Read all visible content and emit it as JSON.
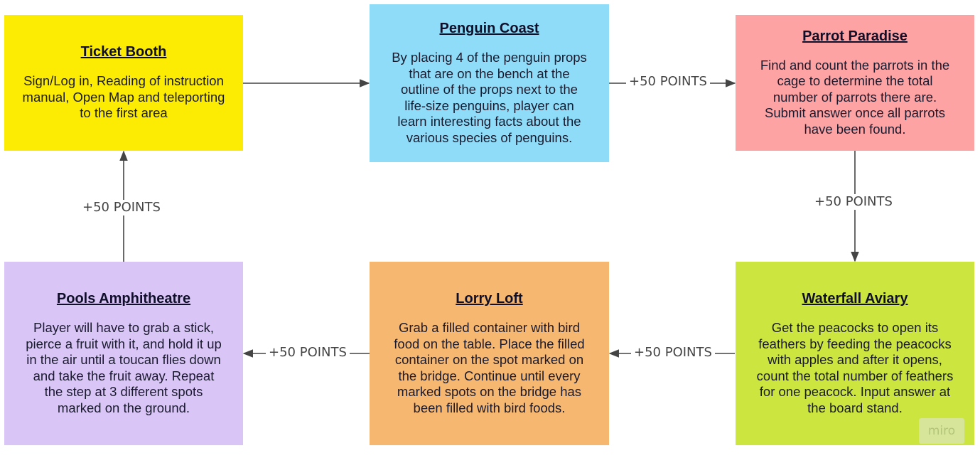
{
  "nodes": [
    {
      "id": "ticket-booth",
      "title": "Ticket Booth",
      "lines": [
        "Sign/Log in, Reading of instruction",
        "manual, Open Map and teleporting",
        "to the first area"
      ],
      "color": "#fcec03"
    },
    {
      "id": "penguin-coast",
      "title": "Penguin Coast",
      "lines": [
        "By placing 4 of the penguin props",
        "that are on the bench at the",
        "outline of the props next to the",
        "life-size penguins, player can",
        "learn interesting facts about the",
        "various species of penguins."
      ],
      "color": "#8fdcf8"
    },
    {
      "id": "parrot-paradise",
      "title": "Parrot Paradise",
      "lines": [
        "Find and count the parrots in the",
        "cage to determine the total",
        "number of parrots there are.",
        "Submit answer once all parrots",
        "have been found."
      ],
      "color": "#fea3a3"
    },
    {
      "id": "waterfall-aviary",
      "title": "Waterfall Aviary",
      "lines": [
        "Get the peacocks to open its",
        "feathers by feeding the peacocks",
        "with apples and after it opens,",
        "count the total number of feathers",
        "for one peacock. Input answer at",
        "the board stand."
      ],
      "color": "#cde63f"
    },
    {
      "id": "lorry-loft",
      "title": "Lorry Loft",
      "lines": [
        "Grab a filled container with bird",
        "food on the table. Place the filled",
        "container on the spot marked on",
        "the bridge. Continue until every",
        "marked spots on the bridge has",
        "been filled with bird foods."
      ],
      "color": "#f6b871"
    },
    {
      "id": "pools-amphitheatre",
      "title": "Pools Amphitheatre",
      "lines": [
        "Player will have to grab a stick,",
        "pierce a fruit with it, and hold it up",
        "in the air until a toucan flies down",
        "and take the fruit away. Repeat",
        "the step at 3 different spots",
        "marked on the ground."
      ],
      "color": "#d9c6f7"
    }
  ],
  "edges": [
    {
      "from": "ticket-booth",
      "to": "penguin-coast",
      "label": ""
    },
    {
      "from": "penguin-coast",
      "to": "parrot-paradise",
      "label": "+50 POINTS"
    },
    {
      "from": "parrot-paradise",
      "to": "waterfall-aviary",
      "label": "+50 POINTS"
    },
    {
      "from": "waterfall-aviary",
      "to": "lorry-loft",
      "label": "+50 POINTS"
    },
    {
      "from": "lorry-loft",
      "to": "pools-amphitheatre",
      "label": "+50 POINTS"
    },
    {
      "from": "pools-amphitheatre",
      "to": "ticket-booth",
      "label": "+50 POINTS"
    }
  ],
  "watermark": "miro",
  "line_color": "#444444"
}
